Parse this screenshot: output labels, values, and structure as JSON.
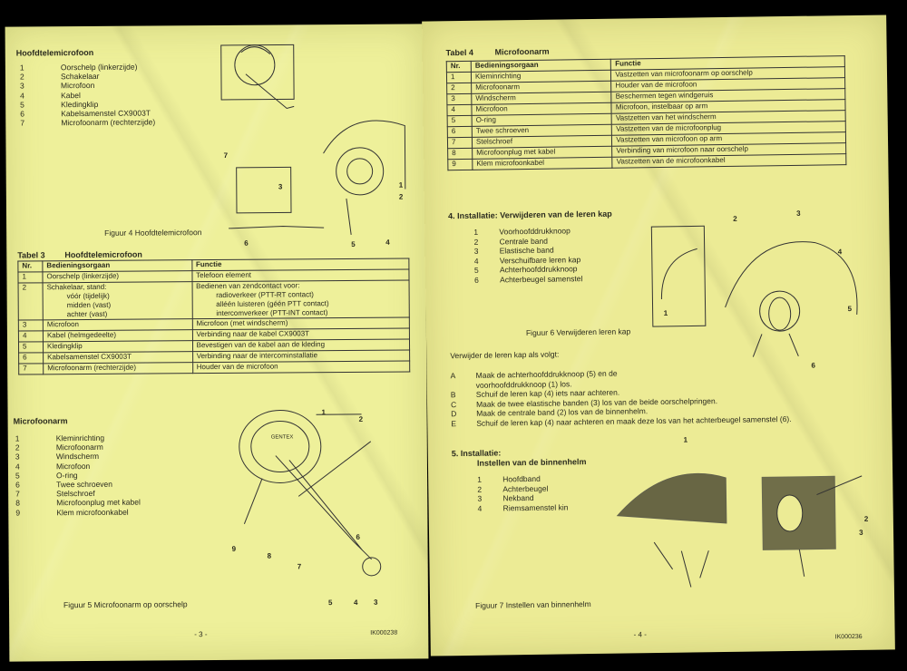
{
  "left": {
    "section_title": "Hoofdtelemicrofoon",
    "parts": [
      {
        "n": "1",
        "label": "Oorschelp (linkerzijde)"
      },
      {
        "n": "2",
        "label": "Schakelaar"
      },
      {
        "n": "3",
        "label": "Microfoon"
      },
      {
        "n": "4",
        "label": "Kabel"
      },
      {
        "n": "5",
        "label": "Kledingklip"
      },
      {
        "n": "6",
        "label": "Kabelsamenstel CX9003T"
      },
      {
        "n": "7",
        "label": "Microfoonarm (rechterzijde)"
      }
    ],
    "fig4": {
      "caption": "Figuur 4  Hoofdtelemicrofoon",
      "callouts": [
        "1",
        "2",
        "3",
        "4",
        "5",
        "6",
        "7"
      ]
    },
    "table3": {
      "label": "Tabel 3",
      "title": "Hoofdtelemicrofoon",
      "headers": [
        "Nr.",
        "Bedieningsorgaan",
        "Functie"
      ],
      "rows": [
        {
          "nr": "1",
          "org": "Oorschelp (linkerzijde)",
          "func": "Telefoon element"
        },
        {
          "nr": "2",
          "org": "Schakelaar, stand:",
          "func": "Bedienen van zendcontact voor:",
          "sub": [
            {
              "org": "vóór (tijdelijk)",
              "func": "radioverkeer (PTT-RT contact)"
            },
            {
              "org": "midden (vast)",
              "func": "alléén luisteren (géén PTT contact)"
            },
            {
              "org": "achter (vast)",
              "func": "intercomverkeer (PTT-INT contact)"
            }
          ]
        },
        {
          "nr": "3",
          "org": "Microfoon",
          "func": "Microfoon (met windscherm)"
        },
        {
          "nr": "4",
          "org": "Kabel (helmgedeelte)",
          "func": "Verbinding naar de kabel CX9003T"
        },
        {
          "nr": "5",
          "org": "Kledingklip",
          "func": "Bevestigen van de kabel aan de kleding"
        },
        {
          "nr": "6",
          "org": "Kabelsamenstel CX9003T",
          "func": "Verbinding naar de intercominstallatie"
        },
        {
          "nr": "7",
          "org": "Microfoonarm (rechterzijde)",
          "func": "Houder van de microfoon"
        }
      ]
    },
    "mic_title": "Microfoonarm",
    "mic_parts": [
      {
        "n": "1",
        "label": "Kleminrichting"
      },
      {
        "n": "2",
        "label": "Microfoonarm"
      },
      {
        "n": "3",
        "label": "Windscherm"
      },
      {
        "n": "4",
        "label": "Microfoon"
      },
      {
        "n": "5",
        "label": "O-ring"
      },
      {
        "n": "6",
        "label": "Twee schroeven"
      },
      {
        "n": "7",
        "label": "Stelschroef"
      },
      {
        "n": "8",
        "label": "Microfoonplug met kabel"
      },
      {
        "n": "9",
        "label": "Klem microfoonkabel"
      }
    ],
    "fig5": {
      "caption": "Figuur 5  Microfoonarm op oorschelp",
      "brand": "GENTEX",
      "callouts": [
        "1",
        "2",
        "3",
        "4",
        "5",
        "6",
        "7",
        "8",
        "9"
      ]
    },
    "page_no": "- 3 -",
    "doc_code": "IK000238"
  },
  "right": {
    "table4": {
      "label": "Tabel 4",
      "title": "Microfoonarm",
      "headers": [
        "Nr.",
        "Bedieningsorgaan",
        "Functie"
      ],
      "rows": [
        {
          "nr": "1",
          "org": "Kleminrichting",
          "func": "Vastzetten van microfoonarm op oorschelp"
        },
        {
          "nr": "2",
          "org": "Microfoonarm",
          "func": "Houder van de microfoon"
        },
        {
          "nr": "3",
          "org": "Windscherm",
          "func": "Beschermen tegen windgeruis"
        },
        {
          "nr": "4",
          "org": "Microfoon",
          "func": "Microfoon, instelbaar op arm"
        },
        {
          "nr": "5",
          "org": "O-ring",
          "func": "Vastzetten van het windscherm"
        },
        {
          "nr": "6",
          "org": "Twee schroeven",
          "func": "Vastzetten van de microfoonplug"
        },
        {
          "nr": "7",
          "org": "Stelschroef",
          "func": "Vastzetten van microfoon op arm"
        },
        {
          "nr": "8",
          "org": "Microfoonplug met kabel",
          "func": "Verbinding van microfoon naar oorschelp"
        },
        {
          "nr": "9",
          "org": "Klem microfoonkabel",
          "func": "Vastzetten van de microfoonkabel"
        }
      ]
    },
    "sec4_title": "4.     Installatie: Verwijderen van de leren kap",
    "sec4_parts": [
      {
        "n": "1",
        "label": "Voorhoofddrukknoop"
      },
      {
        "n": "2",
        "label": "Centrale band"
      },
      {
        "n": "3",
        "label": "Elastische band"
      },
      {
        "n": "4",
        "label": "Verschuifbare leren kap"
      },
      {
        "n": "5",
        "label": "Achterhoofddrukknoop"
      },
      {
        "n": "6",
        "label": "Achterbeugel samenstel"
      }
    ],
    "fig6": {
      "caption": "Figuur 6  Verwijderen leren kap",
      "callouts": [
        "1",
        "2",
        "3",
        "4",
        "5",
        "6"
      ]
    },
    "remove_intro": "Verwijder de leren kap als volgt:",
    "steps": [
      {
        "n": "A",
        "text": "Maak de achterhoofddrukknoop (5) en de"
      },
      {
        "n": "",
        "text": "voorhoofddrukknoop (1) los."
      },
      {
        "n": "B",
        "text": "Schuif de leren kap (4) iets naar achteren."
      },
      {
        "n": "C",
        "text": "Maak de twee elastische banden (3) los van de beide oorschelpringen."
      },
      {
        "n": "D",
        "text": "Maak de centrale band (2) los van de binnenhelm."
      },
      {
        "n": "E",
        "text": "Schuif de leren kap (4) naar achteren en maak deze los van het achterbeugel samenstel (6)."
      }
    ],
    "sec5_title": "5.     Installatie:",
    "sec5_sub": "Instellen van de binnenhelm",
    "sec5_parts": [
      {
        "n": "1",
        "label": "Hoofdband"
      },
      {
        "n": "2",
        "label": "Achterbeugel"
      },
      {
        "n": "3",
        "label": "Nekband"
      },
      {
        "n": "4",
        "label": "Riemsamenstel kin"
      }
    ],
    "fig7": {
      "caption": "Figuur 7  Instellen van binnenhelm",
      "callouts": [
        "1",
        "2",
        "3"
      ]
    },
    "page_no": "- 4 -",
    "doc_code": "IK000236"
  },
  "colors": {
    "paper_left": "#eef09a",
    "paper_right": "#eceb95",
    "ink": "#2a2a1e",
    "background": "#000000"
  }
}
